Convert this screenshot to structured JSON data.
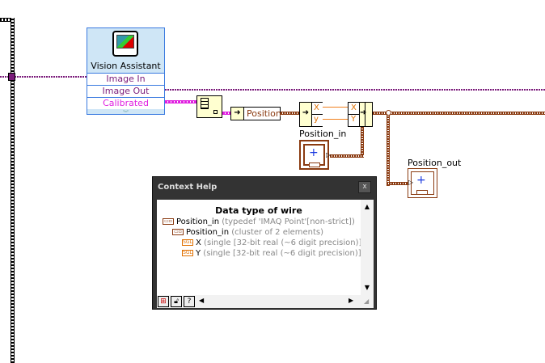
{
  "vision_assistant": {
    "title": "Vision Assistant",
    "terminals": [
      "Image In",
      "Image Out",
      "Calibrated Matche"
    ]
  },
  "unbundle_by_name": {
    "label": "Position"
  },
  "unbundle": {
    "elements": [
      "X",
      "y"
    ]
  },
  "bundle": {
    "elements": [
      "X",
      "Y"
    ]
  },
  "position_in": {
    "label": "Position_in"
  },
  "position_out": {
    "label": "Position_out"
  },
  "context_help": {
    "title": "Context Help",
    "close": "x",
    "heading": "Data type of wire",
    "lines": [
      {
        "icon": "cluster",
        "name": "Position_in",
        "type": "(typedef 'IMAQ Point'[non-strict])"
      },
      {
        "icon": "cluster",
        "name": "Position_in",
        "type": "(cluster of 2 elements)"
      },
      {
        "icon": "SGL",
        "name": "X",
        "type": "(single [32-bit real (~6 digit precision)])"
      },
      {
        "icon": "SGL",
        "name": "Y",
        "type": "(single [32-bit real (~6 digit precision)])"
      }
    ],
    "help_button": "?"
  }
}
